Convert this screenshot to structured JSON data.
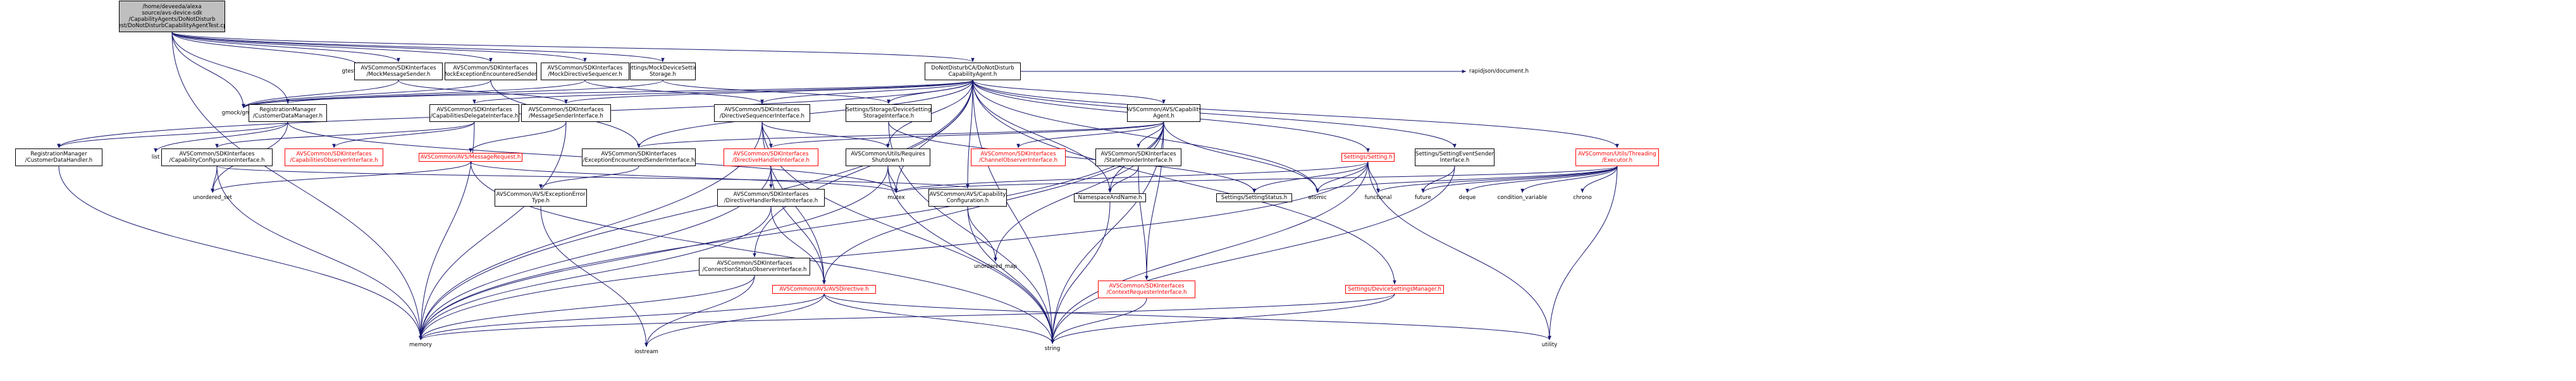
{
  "diagram": {
    "type": "include-dependency-graph",
    "nodes": [
      {
        "id": "root",
        "label": "/home/deveeda/alexa\nsource/avs-device-sdk\n/CapabilityAgents/DoNotDisturb\n/test/DoNotDisturbCapabilityAgentTest.cpp",
        "style": "root"
      },
      {
        "id": "gtest",
        "label": "gtest/gtest.h",
        "style": "plain"
      },
      {
        "id": "mockmsgsender",
        "label": "AVSCommon/SDKInterfaces\n/MockMessageSender.h",
        "style": "box"
      },
      {
        "id": "mockexc",
        "label": "AVSCommon/SDKInterfaces\n/MockExceptionEncounteredSender.h",
        "style": "box"
      },
      {
        "id": "mockdirseq",
        "label": "AVSCommon/SDKInterfaces\n/MockDirectiveSequencer.h",
        "style": "box"
      },
      {
        "id": "mocksetting",
        "label": "Settings/MockDeviceSetting\nStorage.h",
        "style": "box"
      },
      {
        "id": "dndca",
        "label": "DoNotDisturbCA/DoNotDisturb\nCapabilityAgent.h",
        "style": "box"
      },
      {
        "id": "rapidjson",
        "label": "rapidjson/document.h",
        "style": "plain"
      },
      {
        "id": "gmock",
        "label": "gmock/gmock.h",
        "style": "plain"
      },
      {
        "id": "regmgrdm",
        "label": "RegistrationManager\n/CustomerDataManager.h",
        "style": "box"
      },
      {
        "id": "capdelegate",
        "label": "AVSCommon/SDKInterfaces\n/CapabilitiesDelegateInterface.h",
        "style": "box"
      },
      {
        "id": "msgsenderif",
        "label": "AVSCommon/SDKInterfaces\n/MessageSenderInterface.h",
        "style": "box"
      },
      {
        "id": "dirseqif",
        "label": "AVSCommon/SDKInterfaces\n/DirectiveSequencerInterface.h",
        "style": "box"
      },
      {
        "id": "devsetstorage",
        "label": "Settings/Storage/DeviceSetting\nStorageInterface.h",
        "style": "box"
      },
      {
        "id": "capagent",
        "label": "AVSCommon/AVS/Capability\nAgent.h",
        "style": "box"
      },
      {
        "id": "settingh",
        "label": "Settings/Setting.h",
        "style": "red"
      },
      {
        "id": "seteventsender",
        "label": "Settings/SettingEventSender\nInterface.h",
        "style": "box"
      },
      {
        "id": "threadexec",
        "label": "AVSCommon/Utils/Threading\n/Executor.h",
        "style": "red"
      },
      {
        "id": "list",
        "label": "list",
        "style": "plain"
      },
      {
        "id": "regmgrdh",
        "label": "RegistrationManager\n/CustomerDataHandler.h",
        "style": "box"
      },
      {
        "id": "capconfigif",
        "label": "AVSCommon/SDKInterfaces\n/CapabilityConfigurationInterface.h",
        "style": "box"
      },
      {
        "id": "capobsif",
        "label": "AVSCommon/SDKInterfaces\n/CapabilitiesObserverInterface.h",
        "style": "red"
      },
      {
        "id": "msgrequest",
        "label": "AVSCommon/AVS/MessageRequest.h",
        "style": "red"
      },
      {
        "id": "excencsender",
        "label": "AVSCommon/SDKInterfaces\n/ExceptionEncounteredSenderInterface.h",
        "style": "box"
      },
      {
        "id": "dirhandlerif",
        "label": "AVSCommon/SDKInterfaces\n/DirectiveHandlerInterface.h",
        "style": "red"
      },
      {
        "id": "requiresshutdown",
        "label": "AVSCommon/Utils/Requires\nShutdown.h",
        "style": "box"
      },
      {
        "id": "chanobsif",
        "label": "AVSCommon/SDKInterfaces\n/ChannelObserverInterface.h",
        "style": "red"
      },
      {
        "id": "stateprovif",
        "label": "AVSCommon/SDKInterfaces\n/StateProviderInterface.h",
        "style": "box"
      },
      {
        "id": "unordered_set",
        "label": "unordered_set",
        "style": "plain"
      },
      {
        "id": "excerrtype",
        "label": "AVSCommon/AVS/ExceptionError\nType.h",
        "style": "box"
      },
      {
        "id": "dirhandlerres",
        "label": "AVSCommon/SDKInterfaces\n/DirectiveHandlerResultInterface.h",
        "style": "box"
      },
      {
        "id": "capconfig",
        "label": "AVSCommon/AVS/Capability\nConfiguration.h",
        "style": "box"
      },
      {
        "id": "mutex",
        "label": "mutex",
        "style": "plain"
      },
      {
        "id": "namespacename",
        "label": "NamespaceAndName.h",
        "style": "box"
      },
      {
        "id": "settingstatus",
        "label": "Settings/SettingStatus.h",
        "style": "box"
      },
      {
        "id": "atomic",
        "label": "atomic",
        "style": "plain"
      },
      {
        "id": "functional",
        "label": "functional",
        "style": "plain"
      },
      {
        "id": "future",
        "label": "future",
        "style": "plain"
      },
      {
        "id": "deque",
        "label": "deque",
        "style": "plain"
      },
      {
        "id": "condvar",
        "label": "condition_variable",
        "style": "plain"
      },
      {
        "id": "chrono",
        "label": "chrono",
        "style": "plain"
      },
      {
        "id": "unordered_map",
        "label": "unordered_map",
        "style": "plain"
      },
      {
        "id": "connstatusobs",
        "label": "AVSCommon/SDKInterfaces\n/ConnectionStatusObserverInterface.h",
        "style": "box"
      },
      {
        "id": "avsdirective",
        "label": "AVSCommon/AVS/AVSDirective.h",
        "style": "red"
      },
      {
        "id": "ctxrequester",
        "label": "AVSCommon/SDKInterfaces\n/ContextRequesterInterface.h",
        "style": "red"
      },
      {
        "id": "devsetmgr",
        "label": "Settings/DeviceSettingsManager.h",
        "style": "red"
      },
      {
        "id": "memory",
        "label": "memory",
        "style": "plain"
      },
      {
        "id": "iostream",
        "label": "iostream",
        "style": "plain"
      },
      {
        "id": "string",
        "label": "string",
        "style": "plain"
      },
      {
        "id": "utility",
        "label": "utility",
        "style": "plain"
      }
    ],
    "edges": [
      [
        "root",
        "gtest"
      ],
      [
        "root",
        "mockmsgsender"
      ],
      [
        "root",
        "mockexc"
      ],
      [
        "root",
        "mockdirseq"
      ],
      [
        "root",
        "mocksetting"
      ],
      [
        "root",
        "dndca"
      ],
      [
        "root",
        "gmock"
      ],
      [
        "root",
        "regmgrdm"
      ],
      [
        "root",
        "memory"
      ],
      [
        "mockmsgsender",
        "gmock"
      ],
      [
        "mockmsgsender",
        "msgsenderif"
      ],
      [
        "mockexc",
        "gmock"
      ],
      [
        "mockexc",
        "excencsender"
      ],
      [
        "mockdirseq",
        "gmock"
      ],
      [
        "mockdirseq",
        "dirseqif"
      ],
      [
        "mocksetting",
        "gmock"
      ],
      [
        "mocksetting",
        "devsetstorage"
      ],
      [
        "dndca",
        "rapidjson"
      ],
      [
        "dndca",
        "regmgrdm"
      ],
      [
        "dndca",
        "regmgrdh"
      ],
      [
        "dndca",
        "capdelegate"
      ],
      [
        "dndca",
        "msgsenderif"
      ],
      [
        "dndca",
        "dirseqif"
      ],
      [
        "dndca",
        "devsetstorage"
      ],
      [
        "dndca",
        "capagent"
      ],
      [
        "dndca",
        "settingh"
      ],
      [
        "dndca",
        "seteventsender"
      ],
      [
        "dndca",
        "threadexec"
      ],
      [
        "dndca",
        "capconfig"
      ],
      [
        "dndca",
        "connstatusobs"
      ],
      [
        "dndca",
        "devsetmgr"
      ],
      [
        "dndca",
        "requiresshutdown"
      ],
      [
        "dndca",
        "excencsender"
      ],
      [
        "dndca",
        "memory"
      ],
      [
        "dndca",
        "string"
      ],
      [
        "dndca",
        "atomic"
      ],
      [
        "dndca",
        "mutex"
      ],
      [
        "dndca",
        "namespacename"
      ],
      [
        "regmgrdm",
        "regmgrdh"
      ],
      [
        "regmgrdm",
        "list"
      ],
      [
        "regmgrdm",
        "unordered_set"
      ],
      [
        "regmgrdm",
        "mutex"
      ],
      [
        "regmgrdh",
        "memory"
      ],
      [
        "capdelegate",
        "capconfigif"
      ],
      [
        "capdelegate",
        "capobsif"
      ],
      [
        "capdelegate",
        "memory"
      ],
      [
        "msgsenderif",
        "msgrequest"
      ],
      [
        "msgsenderif",
        "memory"
      ],
      [
        "msgrequest",
        "unordered_set"
      ],
      [
        "msgrequest",
        "string"
      ],
      [
        "msgrequest",
        "mutex"
      ],
      [
        "capconfigif",
        "unordered_set"
      ],
      [
        "capconfigif",
        "memory"
      ],
      [
        "capconfigif",
        "capconfig"
      ],
      [
        "dirseqif",
        "dirhandlerif"
      ],
      [
        "dirseqif",
        "avsdirective"
      ],
      [
        "dirseqif",
        "requiresshutdown"
      ],
      [
        "dirseqif",
        "string"
      ],
      [
        "dirseqif",
        "memory"
      ],
      [
        "devsetstorage",
        "settingstatus"
      ],
      [
        "devsetstorage",
        "string"
      ],
      [
        "capagent",
        "excencsender"
      ],
      [
        "capagent",
        "dirhandlerif"
      ],
      [
        "capagent",
        "chanobsif"
      ],
      [
        "capagent",
        "stateprovif"
      ],
      [
        "capagent",
        "ctxrequester"
      ],
      [
        "capagent",
        "namespacename"
      ],
      [
        "capagent",
        "unordered_map"
      ],
      [
        "capagent",
        "string"
      ],
      [
        "capagent",
        "atomic"
      ],
      [
        "capagent",
        "memory"
      ],
      [
        "capagent",
        "avsdirective"
      ],
      [
        "excencsender",
        "excerrtype"
      ],
      [
        "excerrtype",
        "iostream"
      ],
      [
        "dirhandlerif",
        "dirhandlerres"
      ],
      [
        "dirhandlerif",
        "avsdirective"
      ],
      [
        "dirhandlerif",
        "memory"
      ],
      [
        "dirhandlerres",
        "avsdirective"
      ],
      [
        "dirhandlerres",
        "memory"
      ],
      [
        "requiresshutdown",
        "mutex"
      ],
      [
        "requiresshutdown",
        "string"
      ],
      [
        "requiresshutdown",
        "memory"
      ],
      [
        "stateprovif",
        "namespacename"
      ],
      [
        "stateprovif",
        "ctxrequester"
      ],
      [
        "capconfig",
        "unordered_map"
      ],
      [
        "capconfig",
        "string"
      ],
      [
        "namespacename",
        "string"
      ],
      [
        "settingh",
        "settingstatus"
      ],
      [
        "settingh",
        "functional"
      ],
      [
        "settingh",
        "mutex"
      ],
      [
        "settingh",
        "atomic"
      ],
      [
        "settingh",
        "memory"
      ],
      [
        "settingh",
        "string"
      ],
      [
        "settingh",
        "utility"
      ],
      [
        "seteventsender",
        "future"
      ],
      [
        "seteventsender",
        "string"
      ],
      [
        "threadexec",
        "functional"
      ],
      [
        "threadexec",
        "future"
      ],
      [
        "threadexec",
        "deque"
      ],
      [
        "threadexec",
        "condvar"
      ],
      [
        "threadexec",
        "chrono"
      ],
      [
        "threadexec",
        "atomic"
      ],
      [
        "threadexec",
        "mutex"
      ],
      [
        "threadexec",
        "utility"
      ],
      [
        "connstatusobs",
        "memory"
      ],
      [
        "connstatusobs",
        "iostream"
      ],
      [
        "avsdirective",
        "memory"
      ],
      [
        "avsdirective",
        "string"
      ],
      [
        "avsdirective",
        "iostream"
      ],
      [
        "avsdirective",
        "utility"
      ],
      [
        "ctxrequester",
        "string"
      ],
      [
        "devsetmgr",
        "memory"
      ],
      [
        "devsetmgr",
        "string"
      ]
    ]
  }
}
